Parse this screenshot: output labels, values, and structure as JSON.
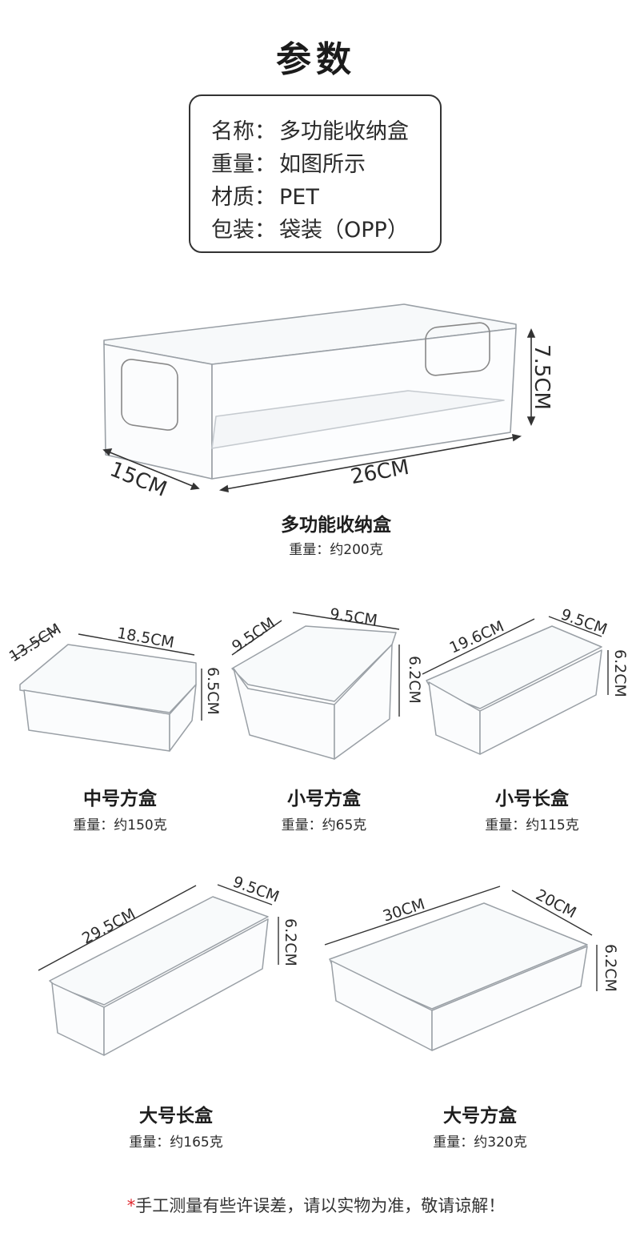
{
  "title": "参数",
  "specs": [
    {
      "label": "名称：",
      "value": "多功能收纳盒"
    },
    {
      "label": "重量：",
      "value": "如图所示"
    },
    {
      "label": "材质：",
      "value": "PET"
    },
    {
      "label": "包装：",
      "value": "袋装（OPP）"
    }
  ],
  "products": [
    {
      "name": "多功能收纳盒",
      "weight": "重量：约200克",
      "dims": [
        "15CM",
        "26CM",
        "7.5CM"
      ]
    },
    {
      "name": "中号方盒",
      "weight": "重量：约150克",
      "dims": [
        "13.5CM",
        "18.5CM",
        "6.5CM"
      ]
    },
    {
      "name": "小号方盒",
      "weight": "重量：约65克",
      "dims": [
        "9.5CM",
        "9.5CM",
        "6.2CM"
      ]
    },
    {
      "name": "小号长盒",
      "weight": "重量：约115克",
      "dims": [
        "19.6CM",
        "9.5CM",
        "6.2CM"
      ]
    },
    {
      "name": "大号长盒",
      "weight": "重量：约165克",
      "dims": [
        "29.5CM",
        "9.5CM",
        "6.2CM"
      ]
    },
    {
      "name": "大号方盒",
      "weight": "重量：约320克",
      "dims": [
        "30CM",
        "20CM",
        "6.2CM"
      ]
    }
  ],
  "note": {
    "star": "*",
    "text": "手工测量有些许误差，请以实物为准，敬请谅解！"
  }
}
